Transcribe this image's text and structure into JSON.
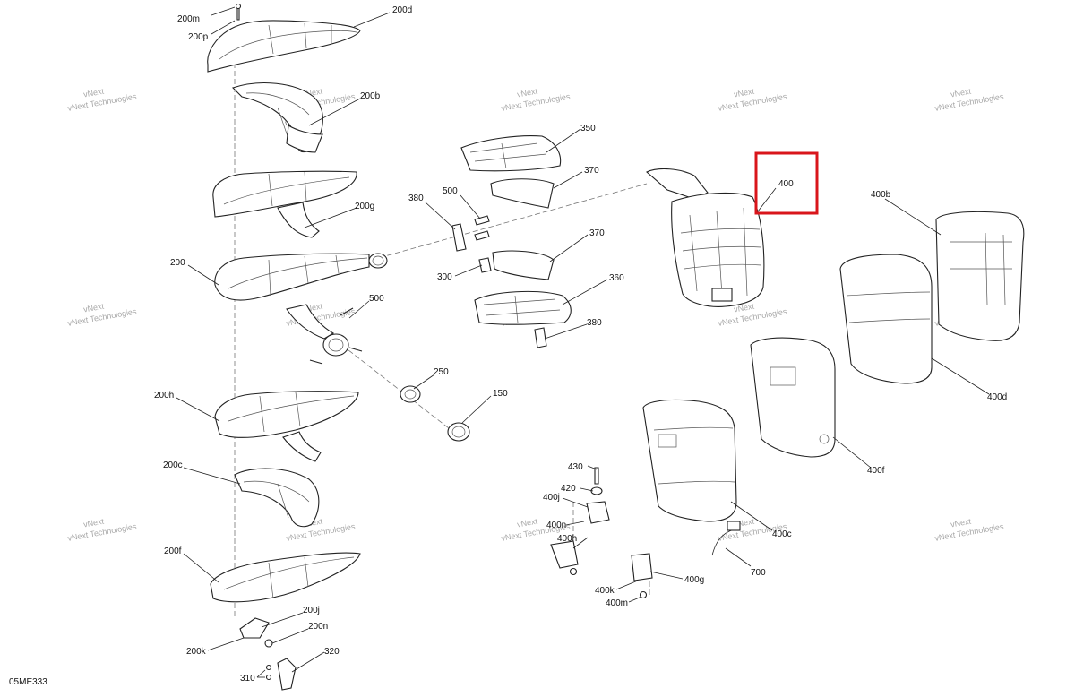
{
  "figure_id": "05ME333",
  "watermark": {
    "line1": "vNext",
    "line2": "vNext Technologies"
  },
  "highlighted_callout": "400",
  "callouts": {
    "c200m": "200m",
    "c200p": "200p",
    "c200d": "200d",
    "c200b": "200b",
    "c200g": "200g",
    "c200": "200",
    "c500a": "500",
    "c200h": "200h",
    "c200c": "200c",
    "c200f": "200f",
    "c200j": "200j",
    "c200n": "200n",
    "c200k": "200k",
    "c320": "320",
    "c310": "310",
    "c350": "350",
    "c370a": "370",
    "c380a": "380",
    "c500b": "500",
    "c370b": "370",
    "c300": "300",
    "c360": "360",
    "c380b": "380",
    "c250": "250",
    "c150": "150",
    "c400": "400",
    "c400b": "400b",
    "c400d": "400d",
    "c400f": "400f",
    "c400c": "400c",
    "c700": "700",
    "c430": "430",
    "c420": "420",
    "c400j": "400j",
    "c400n": "400n",
    "c400h": "400h",
    "c400g": "400g",
    "c400k": "400k",
    "c400m": "400m"
  }
}
